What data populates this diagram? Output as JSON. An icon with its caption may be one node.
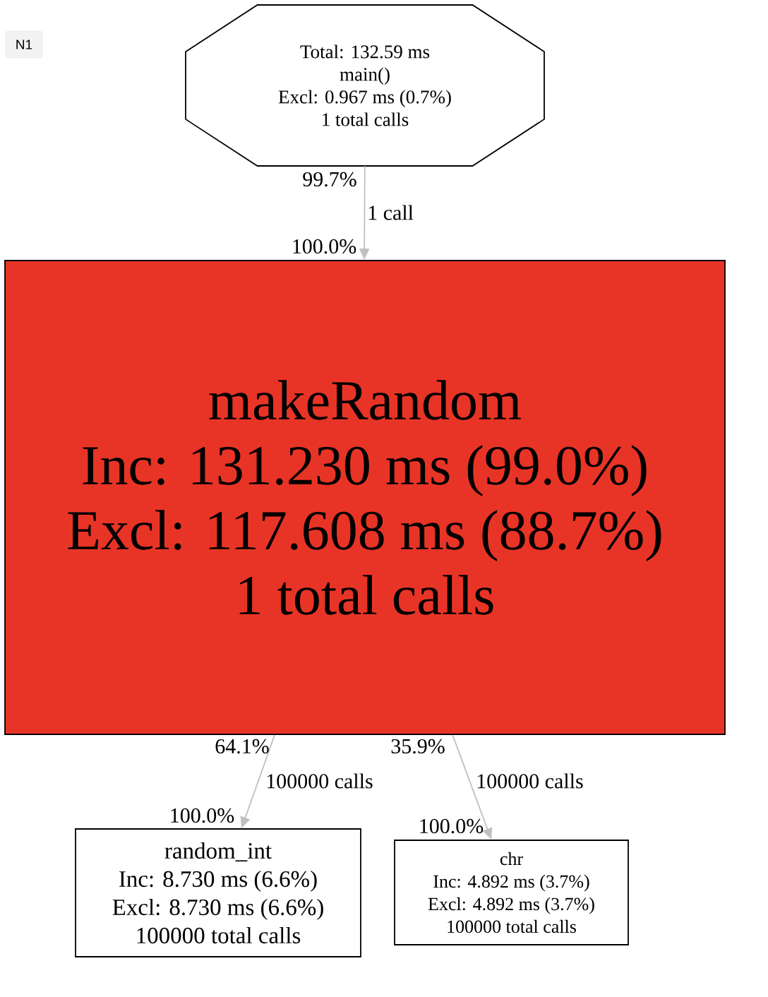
{
  "diagram": {
    "nodes": [
      {
        "text": [
          "Total: 132.59 ms",
          "main()",
          "Excl: 0.967 ms (0.7%)",
          "1 total calls"
        ]
      },
      {
        "text": [
          "makeRandom",
          "Inc: 131.230 ms (99.0%)",
          "Excl: 117.608 ms (88.7%)",
          "1 total calls"
        ]
      },
      {
        "text": [
          "random_int",
          "Inc: 8.730 ms (6.6%)",
          "Excl: 8.730 ms (6.6%)",
          "100000 total calls"
        ]
      },
      {
        "text": [
          "chr",
          "Inc: 4.892 ms (3.7%)",
          "Excl: 4.892 ms (3.7%)",
          "100000 total calls"
        ]
      }
    ],
    "edges": [
      {
        "from": 0,
        "to": 1,
        "arrow": "to",
        "label": "1 call"
      },
      {
        "from": 1,
        "to": 2,
        "arrow": "to",
        "label": "100000 calls"
      },
      {
        "from": 1,
        "to": 3,
        "arrow": "to",
        "label": "100000 calls"
      }
    ],
    "labels": [
      "N1",
      "99.7%",
      "100.0%",
      "64.1%",
      "35.9%",
      "100.0%",
      "100.0%"
    ]
  }
}
